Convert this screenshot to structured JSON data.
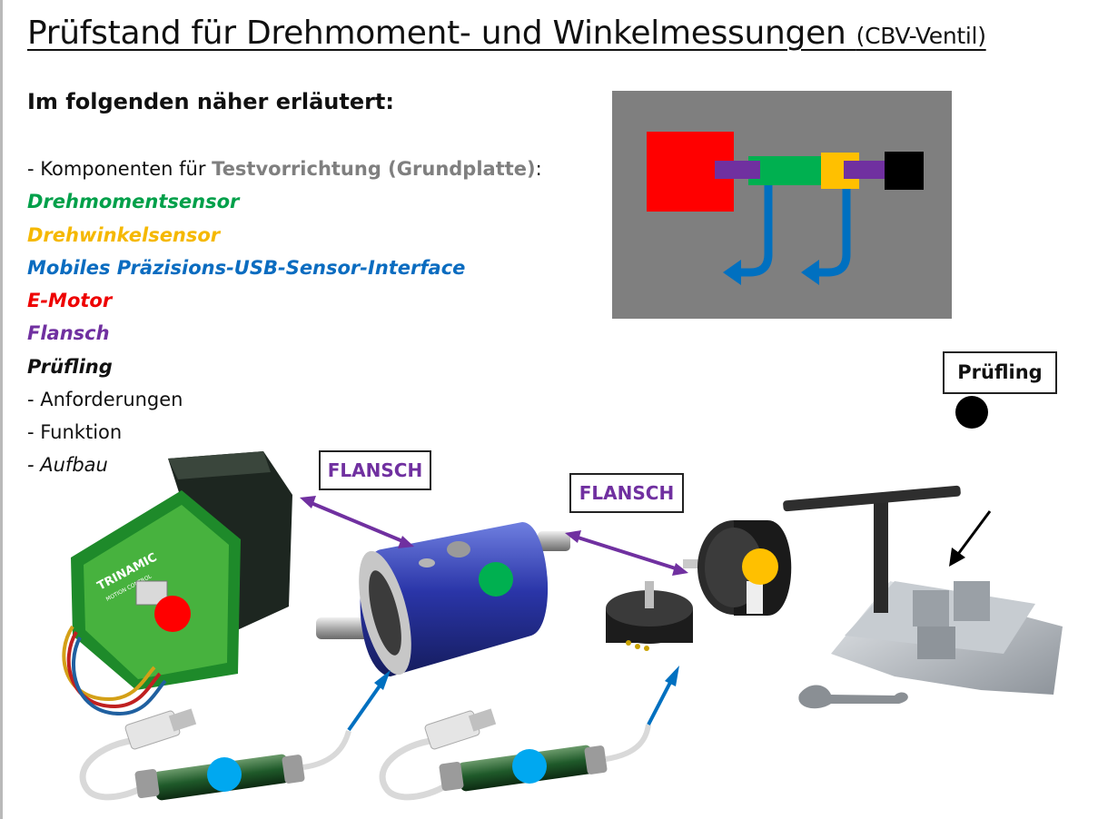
{
  "title": {
    "main": "Prüfstand für Drehmoment- und Winkelmessungen",
    "sub": "(CBV-Ventil)"
  },
  "intro": "Im folgenden näher erläutert:",
  "components_line": {
    "prefix": "- Komponenten für ",
    "highlight": "Testvorrichtung (Grundplatte)",
    "suffix": ":"
  },
  "component_list": [
    {
      "label": "Drehmomentsensor",
      "color": "#00a04a"
    },
    {
      "label": "Drehwinkelsensor",
      "color": "#f5b800"
    },
    {
      "label": "Mobiles Präzisions-USB-Sensor-Interface",
      "color": "#0a6cc0"
    },
    {
      "label": "E-Motor",
      "color": "#ee0000"
    },
    {
      "label": "Flansch",
      "color": "#7030a0"
    },
    {
      "label": "Prüfling",
      "color": "#111111"
    }
  ],
  "pruefling_items": [
    "- Anforderungen",
    "- Funktion",
    "- Aufbau"
  ],
  "callouts": {
    "flansch_1": "FLANSCH",
    "flansch_2": "FLANSCH",
    "pruefling": "Prüfling"
  },
  "product_labels": {
    "motor_brand": "TRINAMIC",
    "motor_brand_sub": "MOTION CONTROL"
  },
  "colors": {
    "background_schema": "#7f7f7f",
    "motor": "#ff0000",
    "torque_sensor": "#00b050",
    "angle_sensor": "#ffc000",
    "flange": "#7030a0",
    "specimen": "#000000",
    "usb_interface": "#0070c0",
    "usb_dot": "#00a8f0"
  }
}
